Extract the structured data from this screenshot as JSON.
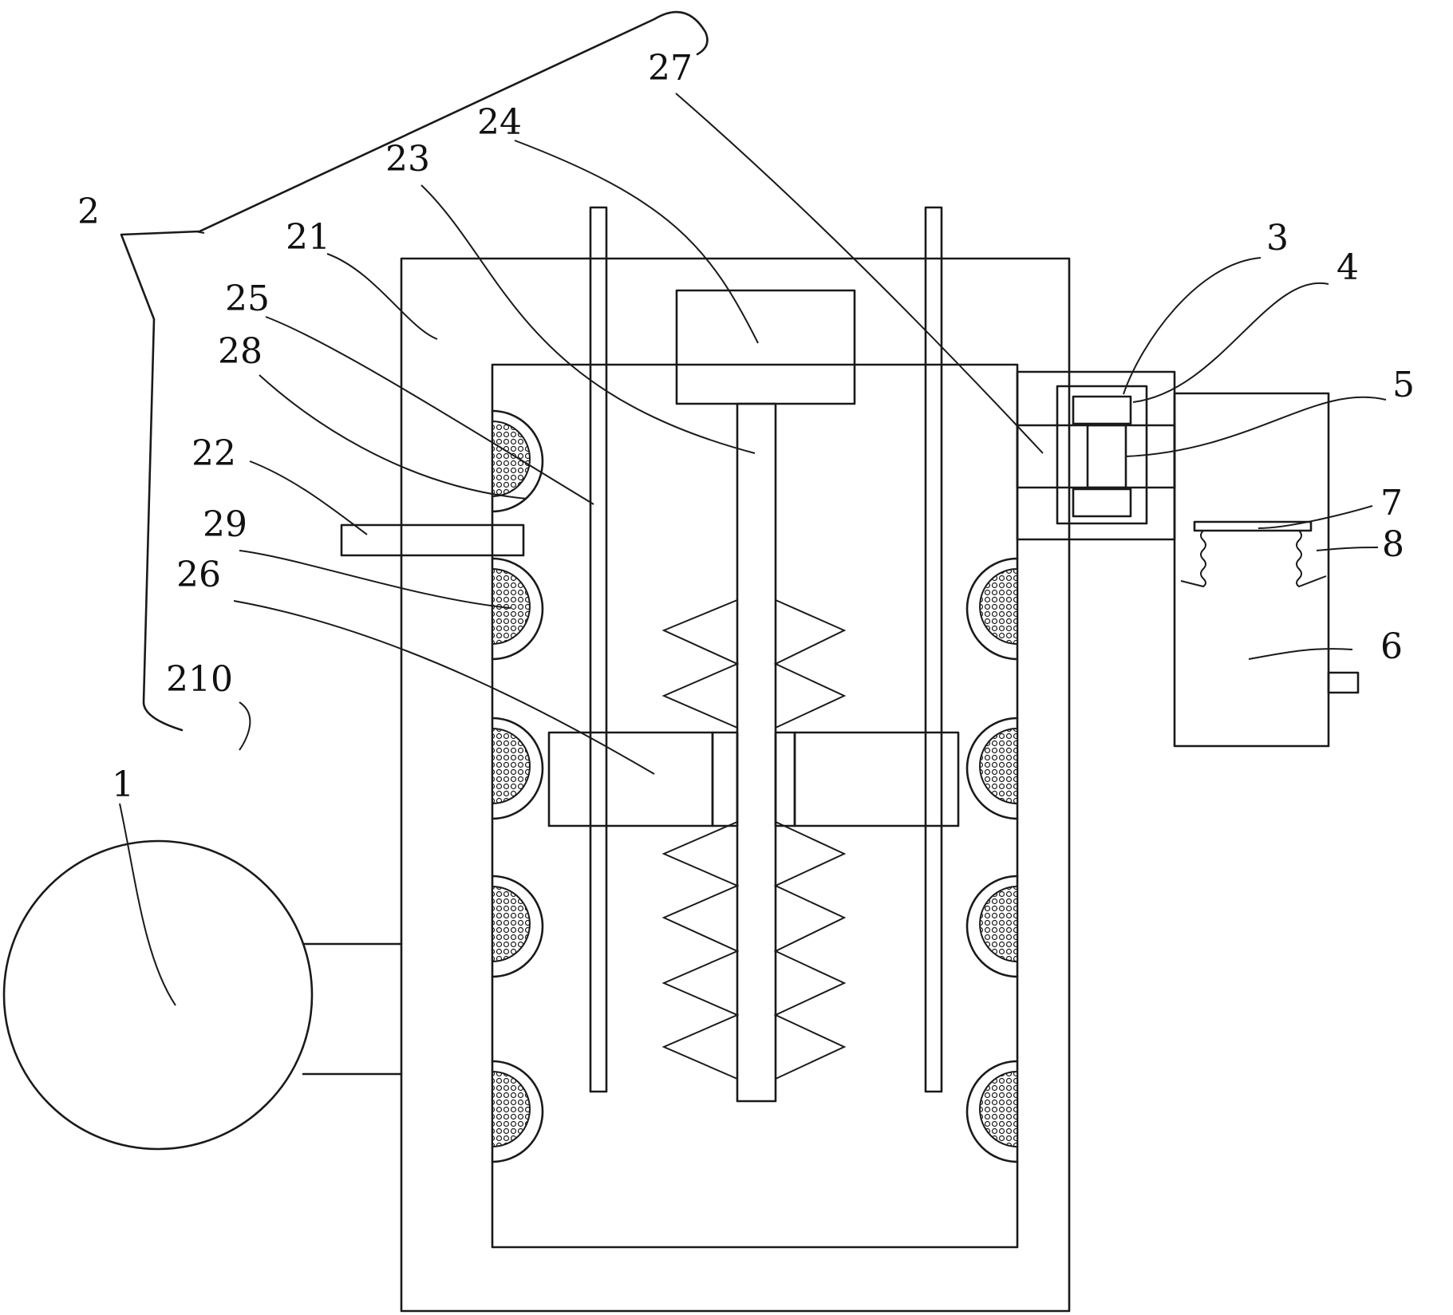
{
  "labels": [
    {
      "key": "1",
      "text": "1"
    },
    {
      "key": "2",
      "text": "2"
    },
    {
      "key": "3",
      "text": "3"
    },
    {
      "key": "4",
      "text": "4"
    },
    {
      "key": "5",
      "text": "5"
    },
    {
      "key": "6",
      "text": "6"
    },
    {
      "key": "7",
      "text": "7"
    },
    {
      "key": "8",
      "text": "8"
    },
    {
      "key": "21",
      "text": "21"
    },
    {
      "key": "22",
      "text": "22"
    },
    {
      "key": "23",
      "text": "23"
    },
    {
      "key": "24",
      "text": "24"
    },
    {
      "key": "25",
      "text": "25"
    },
    {
      "key": "26",
      "text": "26"
    },
    {
      "key": "27",
      "text": "27"
    },
    {
      "key": "28",
      "text": "28"
    },
    {
      "key": "29",
      "text": "29"
    },
    {
      "key": "210",
      "text": "210"
    }
  ]
}
